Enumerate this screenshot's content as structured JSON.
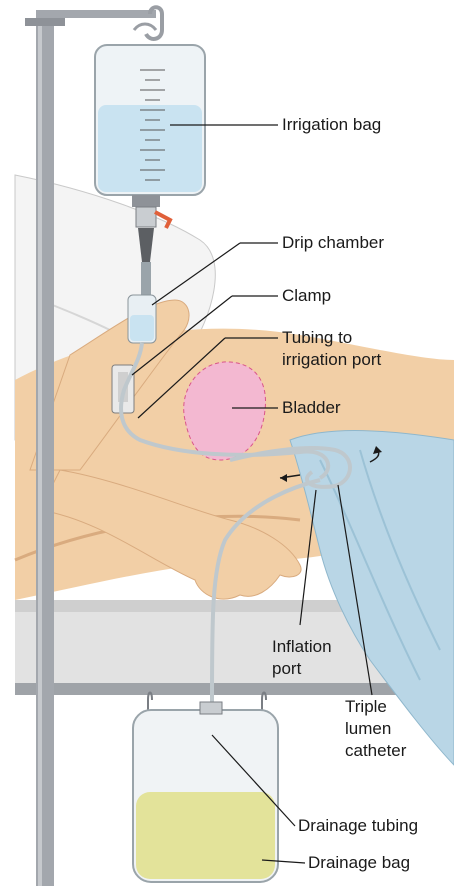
{
  "labels": {
    "irrigation_bag": "Irrigation bag",
    "drip_chamber": "Drip chamber",
    "clamp": "Clamp",
    "tubing_line1": "Tubing to",
    "tubing_line2": "irrigation port",
    "bladder": "Bladder",
    "inflation_line1": "Inflation",
    "inflation_line2": "port",
    "triple_line1": "Triple",
    "triple_line2": "lumen",
    "triple_line3": "catheter",
    "drainage_tubing": "Drainage tubing",
    "drainage_bag": "Drainage bag"
  },
  "colors": {
    "pole": "#9a9ea4",
    "skin": "#f2cfa6",
    "skin_shadow": "#d9ab7f",
    "gown": "#f4f4f4",
    "blanket": "#b9d6e6",
    "bed": "#d8d8d8",
    "fluid_irrigation": "#c9e3f1",
    "fluid_drainage": "#e3e39a",
    "bladder": "#f3b8d1",
    "leader_line": "#1a1a1a"
  }
}
